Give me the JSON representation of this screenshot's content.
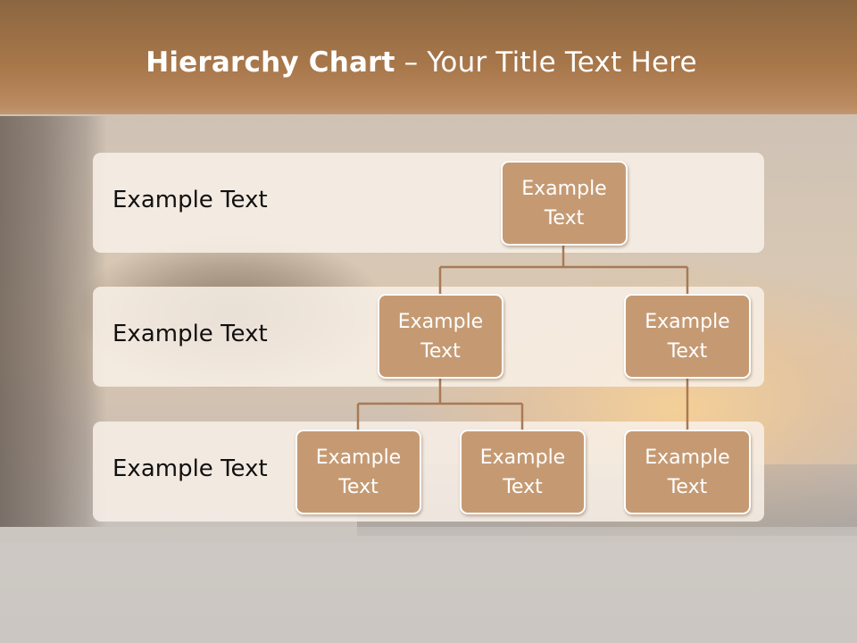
{
  "slide": {
    "title_bold": "Hierarchy Chart",
    "title_rest": " – Your Title Text Here"
  },
  "levels": [
    {
      "label": "Example Text"
    },
    {
      "label": "Example Text"
    },
    {
      "label": "Example Text"
    }
  ],
  "nodes": {
    "root": {
      "line1": "Example",
      "line2": "Text"
    },
    "mid_left": {
      "line1": "Example",
      "line2": "Text"
    },
    "mid_right": {
      "line1": "Example",
      "line2": "Text"
    },
    "leaf_1": {
      "line1": "Example",
      "line2": "Text"
    },
    "leaf_2": {
      "line1": "Example",
      "line2": "Text"
    },
    "leaf_3": {
      "line1": "Example",
      "line2": "Text"
    }
  },
  "colors": {
    "node_fill": "#c59a73",
    "connector": "#a87a55",
    "band_fill": "#f8f0e8",
    "title_bar": "#a9784b"
  }
}
